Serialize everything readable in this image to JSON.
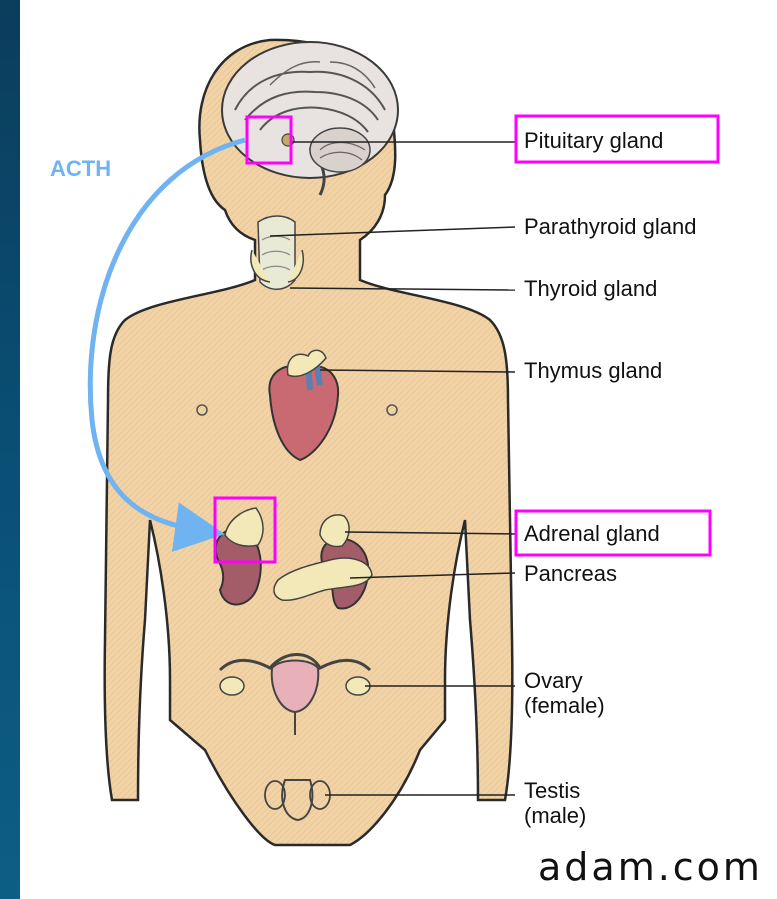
{
  "labels": {
    "pituitary": "Pituitary gland",
    "parathyroid": "Parathyroid gland",
    "thyroid": "Thyroid gland",
    "thymus": "Thymus gland",
    "adrenal": "Adrenal gland",
    "pancreas": "Pancreas",
    "ovary_line1": "Ovary",
    "ovary_line2": "(female)",
    "testis_line1": "Testis",
    "testis_line2": "(male)"
  },
  "hormone_label": "ACTH",
  "logo": "adam.com",
  "colors": {
    "highlight_box": "#ff00ff",
    "arrow": "#6fb3f0",
    "skin": "#f2d3a6",
    "organ": "#b85a6a",
    "gland": "#f3e9b8"
  }
}
